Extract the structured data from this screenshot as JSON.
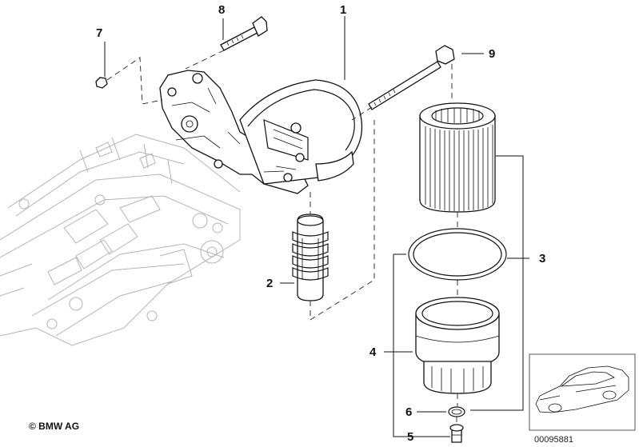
{
  "callouts": [
    "1",
    "2",
    "3",
    "4",
    "5",
    "6",
    "7",
    "8",
    "9"
  ],
  "copyright": "© BMW AG",
  "document_number": "00095881",
  "icons": [
    "car-thumbnail-icon"
  ]
}
